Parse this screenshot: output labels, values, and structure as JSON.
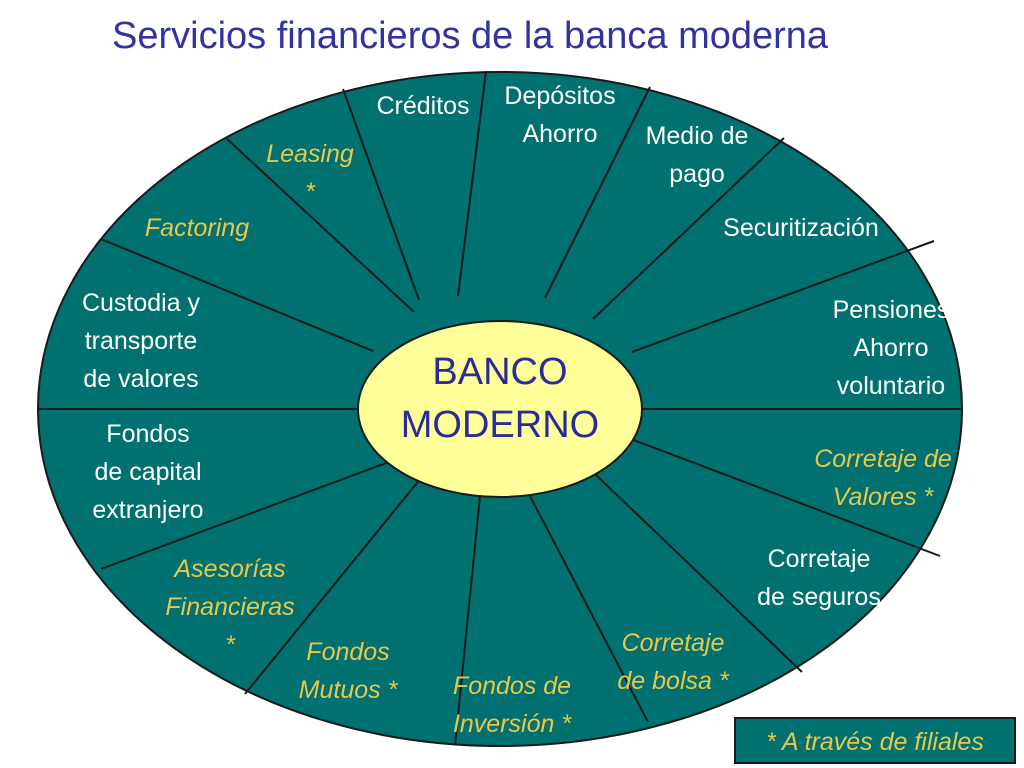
{
  "title": "Servicios financieros de la banca moderna",
  "center": {
    "line1": "BANCO",
    "line2": "MODERNO"
  },
  "colors": {
    "ellipse_fill": "#007070",
    "ellipse_stroke": "#1a1a1a",
    "center_fill": "#ffff99",
    "title": "#3333a0",
    "label_white": "#ffffff",
    "label_gold": "#e8c84a",
    "center_text": "#2b2b9a",
    "note_bg": "#007070",
    "note_border": "#1a1a1a"
  },
  "segments": [
    {
      "lines": [
        "Créditos"
      ],
      "style": "white"
    },
    {
      "lines": [
        "Depósitos",
        "Ahorro"
      ],
      "style": "white"
    },
    {
      "lines": [
        "Medio de",
        "pago"
      ],
      "style": "white"
    },
    {
      "lines": [
        "Securitización"
      ],
      "style": "white"
    },
    {
      "lines": [
        "Pensiones",
        "Ahorro",
        "voluntario"
      ],
      "style": "white"
    },
    {
      "lines": [
        "Corretaje de",
        "Valores *"
      ],
      "style": "gold"
    },
    {
      "lines": [
        "Corretaje",
        "de seguros"
      ],
      "style": "white"
    },
    {
      "lines": [
        "Corretaje",
        "de bolsa *"
      ],
      "style": "gold"
    },
    {
      "lines": [
        "Fondos de",
        "Inversión *"
      ],
      "style": "gold"
    },
    {
      "lines": [
        "Fondos",
        "Mutuos *"
      ],
      "style": "gold"
    },
    {
      "lines": [
        "Asesorías",
        "Financieras",
        "*"
      ],
      "style": "gold"
    },
    {
      "lines": [
        "Fondos",
        "de capital",
        "extranjero"
      ],
      "style": "white"
    },
    {
      "lines": [
        "Custodia y",
        "transporte",
        "de valores"
      ],
      "style": "white"
    },
    {
      "lines": [
        "Factoring"
      ],
      "style": "gold"
    },
    {
      "lines": [
        "Leasing",
        "*"
      ],
      "style": "gold"
    }
  ],
  "note": "* A través de filiales"
}
